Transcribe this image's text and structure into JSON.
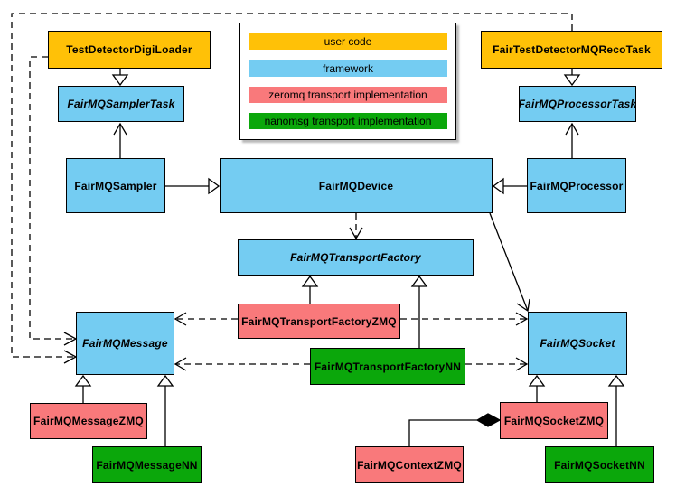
{
  "palette": {
    "user_code": "#FFC107",
    "framework": "#74CCF2",
    "zeromq": "#F9797B",
    "nanomsg": "#0BA70B",
    "border": "#000000",
    "background": "#FFFFFF"
  },
  "legend": {
    "items": [
      {
        "label": "user code",
        "category": "user_code"
      },
      {
        "label": "framework",
        "category": "framework"
      },
      {
        "label": "zeromq transport implementation",
        "category": "zeromq"
      },
      {
        "label": "nanomsg transport implementation",
        "category": "nanomsg"
      }
    ]
  },
  "nodes": {
    "test_detector_digi_loader": {
      "label": "TestDetectorDigiLoader",
      "category": "user_code",
      "abstract": false
    },
    "fair_test_detector_mq_reco_task": {
      "label": "FairTestDetectorMQRecoTask",
      "category": "user_code",
      "abstract": false
    },
    "sampler_task": {
      "label": "FairMQSamplerTask",
      "category": "framework",
      "abstract": true
    },
    "processor_task": {
      "label": "FairMQProcessorTask",
      "category": "framework",
      "abstract": true
    },
    "sampler": {
      "label": "FairMQSampler",
      "category": "framework",
      "abstract": false
    },
    "device": {
      "label": "FairMQDevice",
      "category": "framework",
      "abstract": false
    },
    "processor": {
      "label": "FairMQProcessor",
      "category": "framework",
      "abstract": false
    },
    "transport_factory": {
      "label": "FairMQTransportFactory",
      "category": "framework",
      "abstract": true
    },
    "transport_factory_zmq": {
      "label": "FairMQTransportFactoryZMQ",
      "category": "zeromq",
      "abstract": false
    },
    "transport_factory_nn": {
      "label": "FairMQTransportFactoryNN",
      "category": "nanomsg",
      "abstract": false
    },
    "message": {
      "label": "FairMQMessage",
      "category": "framework",
      "abstract": true
    },
    "socket": {
      "label": "FairMQSocket",
      "category": "framework",
      "abstract": true
    },
    "message_zmq": {
      "label": "FairMQMessageZMQ",
      "category": "zeromq",
      "abstract": false
    },
    "message_nn": {
      "label": "FairMQMessageNN",
      "category": "nanomsg",
      "abstract": false
    },
    "socket_zmq": {
      "label": "FairMQSocketZMQ",
      "category": "zeromq",
      "abstract": false
    },
    "socket_nn": {
      "label": "FairMQSocketNN",
      "category": "nanomsg",
      "abstract": false
    },
    "context_zmq": {
      "label": "FairMQContextZMQ",
      "category": "zeromq",
      "abstract": false
    }
  },
  "edges": [
    {
      "from": "TestDetectorDigiLoader",
      "to": "FairMQSamplerTask",
      "type": "inheritance"
    },
    {
      "from": "FairTestDetectorMQRecoTask",
      "to": "FairMQProcessorTask",
      "type": "inheritance"
    },
    {
      "from": "FairMQSampler",
      "to": "FairMQDevice",
      "type": "inheritance"
    },
    {
      "from": "FairMQProcessor",
      "to": "FairMQDevice",
      "type": "inheritance"
    },
    {
      "from": "FairMQSampler",
      "to": "FairMQSamplerTask",
      "type": "association"
    },
    {
      "from": "FairMQProcessor",
      "to": "FairMQProcessorTask",
      "type": "association"
    },
    {
      "from": "FairMQDevice",
      "to": "FairMQTransportFactory",
      "type": "dependency"
    },
    {
      "from": "FairMQDevice",
      "to": "FairMQSocket",
      "type": "association"
    },
    {
      "from": "TestDetectorDigiLoader",
      "to": "FairMQMessage",
      "type": "dependency"
    },
    {
      "from": "FairTestDetectorMQRecoTask",
      "to": "FairMQMessage",
      "type": "dependency"
    },
    {
      "from": "FairMQTransportFactoryZMQ",
      "to": "FairMQTransportFactory",
      "type": "inheritance"
    },
    {
      "from": "FairMQTransportFactoryNN",
      "to": "FairMQTransportFactory",
      "type": "inheritance"
    },
    {
      "from": "FairMQTransportFactoryZMQ",
      "to": "FairMQMessage",
      "type": "dependency"
    },
    {
      "from": "FairMQTransportFactoryZMQ",
      "to": "FairMQSocket",
      "type": "dependency"
    },
    {
      "from": "FairMQTransportFactoryNN",
      "to": "FairMQMessage",
      "type": "dependency"
    },
    {
      "from": "FairMQTransportFactoryNN",
      "to": "FairMQSocket",
      "type": "dependency"
    },
    {
      "from": "FairMQMessageZMQ",
      "to": "FairMQMessage",
      "type": "inheritance"
    },
    {
      "from": "FairMQMessageNN",
      "to": "FairMQMessage",
      "type": "inheritance"
    },
    {
      "from": "FairMQSocketZMQ",
      "to": "FairMQSocket",
      "type": "inheritance"
    },
    {
      "from": "FairMQSocketNN",
      "to": "FairMQSocket",
      "type": "inheritance"
    },
    {
      "from": "FairMQSocketZMQ",
      "to": "FairMQContextZMQ",
      "type": "composition"
    }
  ]
}
